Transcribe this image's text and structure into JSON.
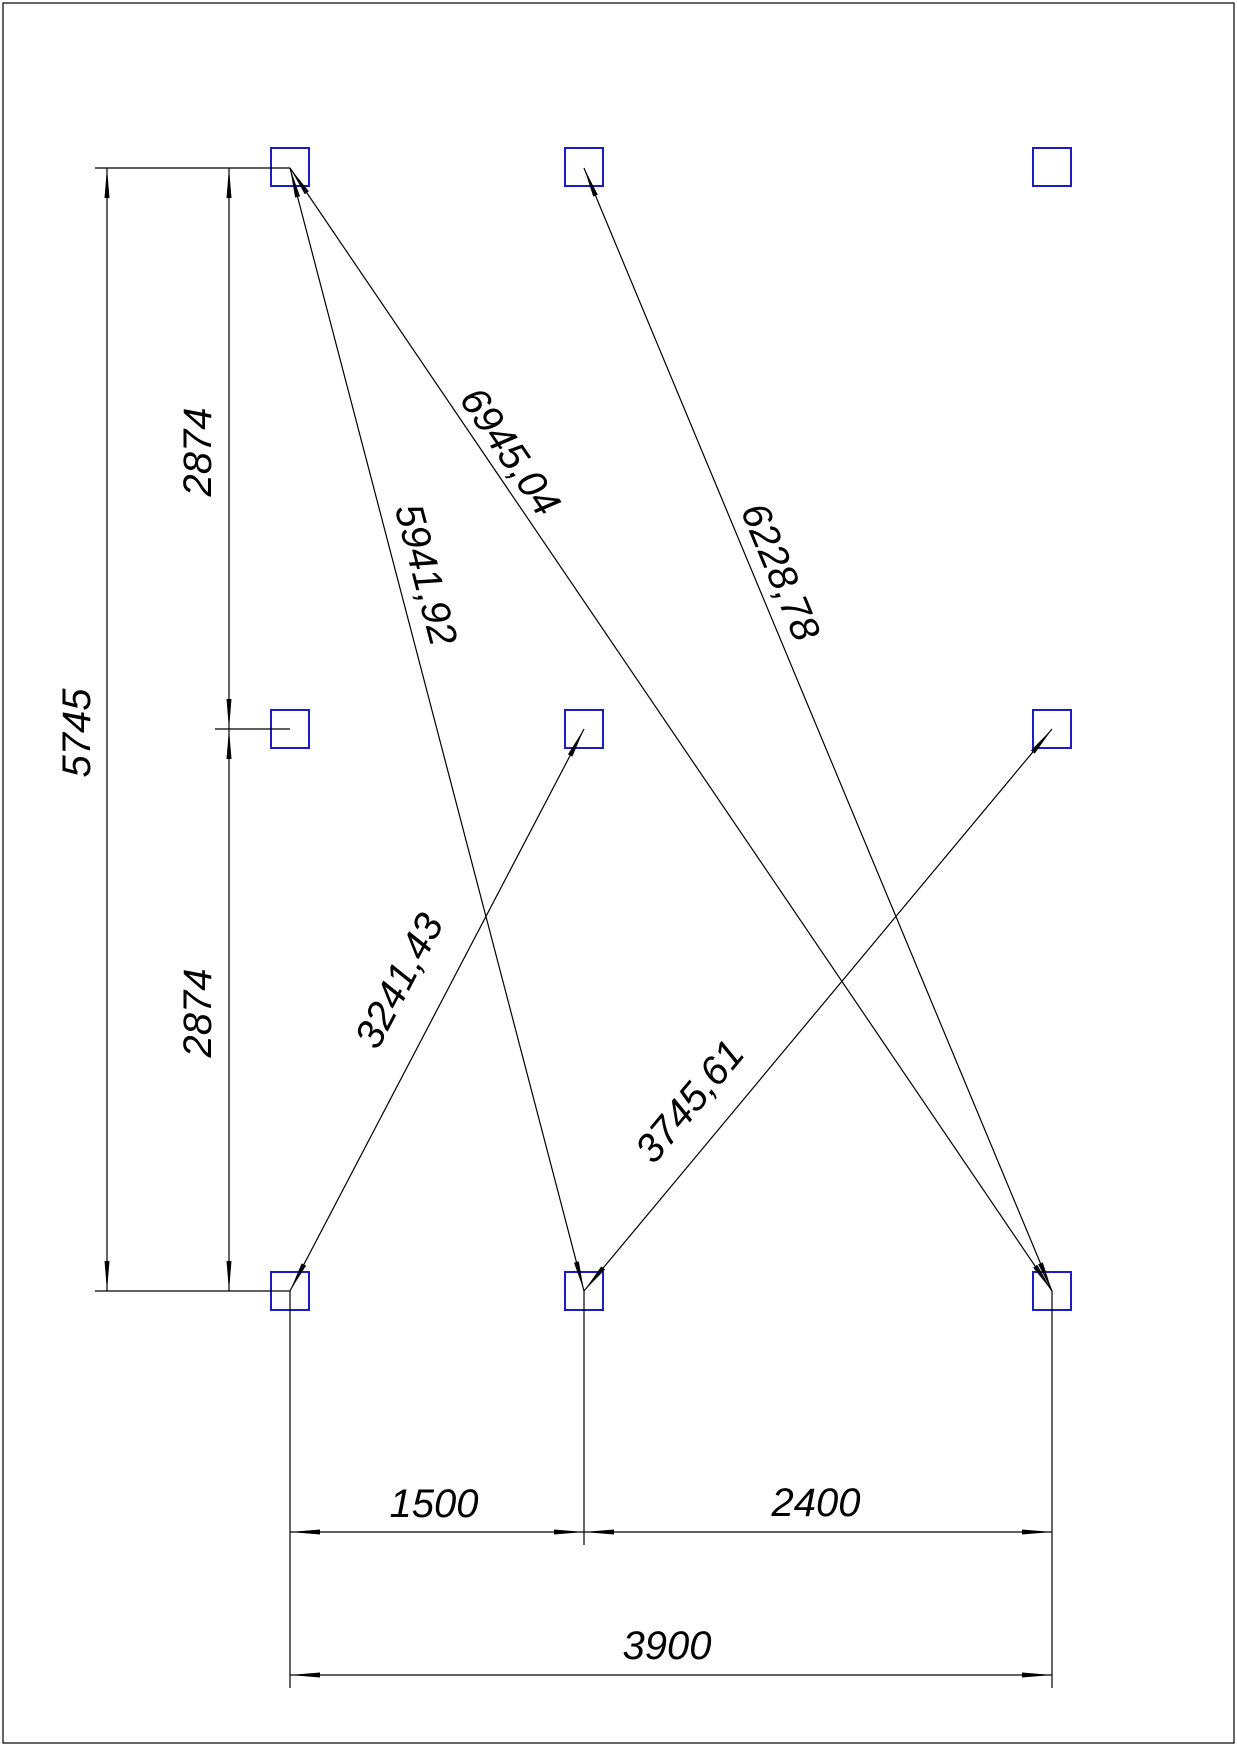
{
  "colors": {
    "marker": "#1c1cc4",
    "line": "#000000",
    "background": "#ffffff"
  },
  "dimensions": {
    "total_height": "5745",
    "upper_height": "2874",
    "lower_height": "2874",
    "left_width": "1500",
    "right_width": "2400",
    "total_width": "3900"
  },
  "diagonals": {
    "top_left_to_bottom_middle": "5941,92",
    "top_left_to_bottom_right": "6945,04",
    "top_middle_to_bottom_right": "6228,78",
    "middle_middle_to_bottom_left": "3241,43",
    "middle_right_to_bottom_middle": "3745,61"
  }
}
